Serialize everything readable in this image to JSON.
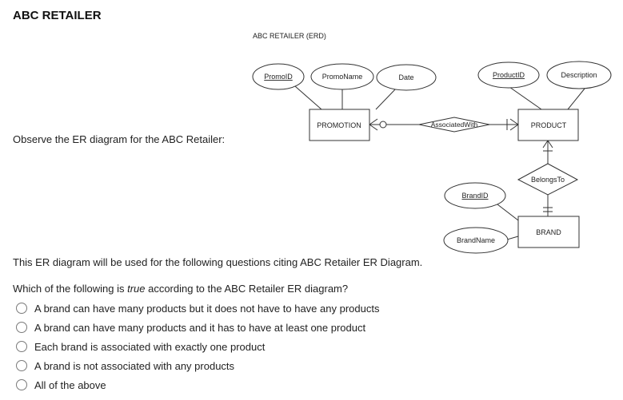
{
  "page": {
    "title": "ABC RETAILER",
    "observe_text": "Observe the ER diagram for the ABC Retailer:",
    "intro_text": "This ER diagram will be used for the following questions citing ABC Retailer ER Diagram.",
    "question_before": "Which of the following is ",
    "question_emphasis": "true",
    "question_after": " according to the ABC Retailer ER diagram?"
  },
  "erd": {
    "title": "ABC RETAILER (ERD)",
    "entities": {
      "promotion": "PROMOTION",
      "product": "PRODUCT",
      "brand": "BRAND"
    },
    "relationships": {
      "associated_with": "AssociatedWith",
      "belongs_to": "BelongsTo"
    },
    "attributes": {
      "promo_id": "PromoID",
      "promo_name": "PromoName",
      "date": "Date",
      "product_id": "ProductID",
      "description": "Description",
      "brand_id": "BrandID",
      "brand_name": "BrandName"
    }
  },
  "options": [
    "A brand can have many products but it does not have to have any products",
    "A brand can have many products and it has to have at least one product",
    "Each brand is associated with exactly one product",
    "A brand is not associated with any products",
    "All of the above"
  ]
}
